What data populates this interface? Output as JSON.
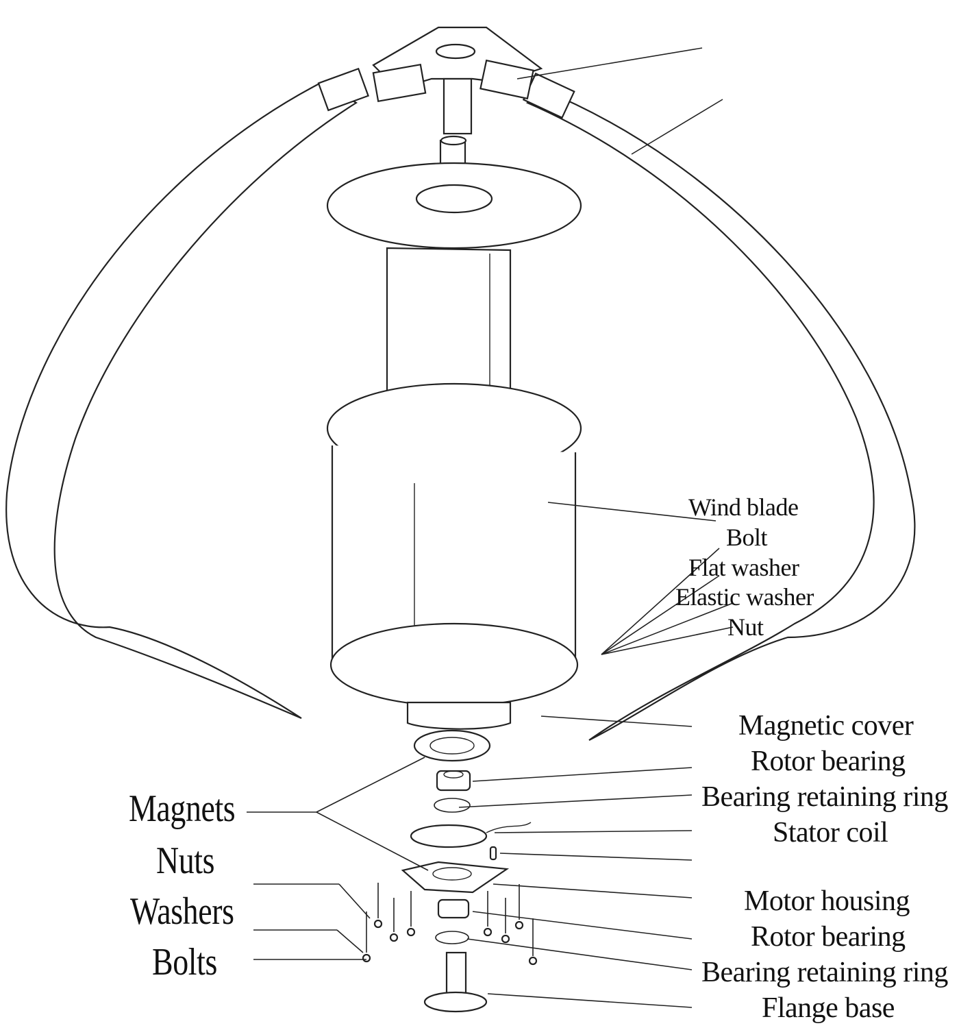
{
  "labels_top_right": {
    "wind_blade": "Wind blade",
    "bolt": "Bolt",
    "flat_washer": "Flat washer",
    "elastic_washer": "Elastic washer",
    "nut": "Nut"
  },
  "labels_right_upper": {
    "magnetic_cover": "Magnetic cover",
    "rotor_bearing": "Rotor bearing",
    "bearing_retaining_ring": "Bearing retaining ring",
    "stator_coil": "Stator coil"
  },
  "labels_right_lower": {
    "motor_housing": "Motor housing",
    "rotor_bearing": "Rotor bearing",
    "bearing_retaining_ring": "Bearing retaining ring",
    "flange_base": "Flange base"
  },
  "labels_left": {
    "magnets": "Magnets",
    "nuts": "Nuts",
    "washers": "Washers",
    "bolts": "Bolts"
  },
  "colors": {
    "line": "#222222",
    "background": "#ffffff"
  }
}
